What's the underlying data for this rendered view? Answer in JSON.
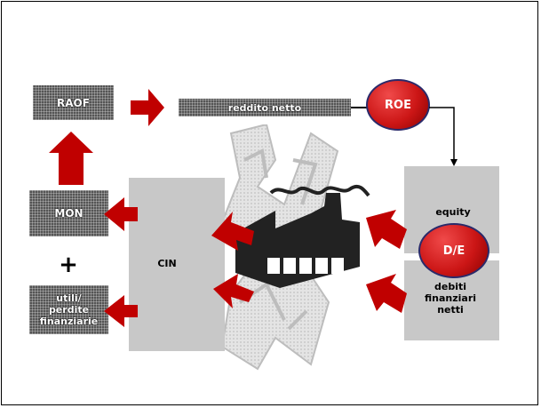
{
  "boxes": {
    "raof": "RAOF",
    "reddito_netto": "reddito netto",
    "mon": "MON",
    "utili_perdite": "utili/\nperdite\nfinanziarie",
    "cin": "CIN",
    "equity": "equity",
    "debiti": "debiti\nfinanziari\nnetti"
  },
  "circles": {
    "roe": "ROE",
    "de": "D/E"
  },
  "operator": "+",
  "colors": {
    "arrow_red": "#c00000",
    "circle_red": "#cc1616",
    "grey_box": "#c8c8c8",
    "hatch_box": "#555555"
  }
}
